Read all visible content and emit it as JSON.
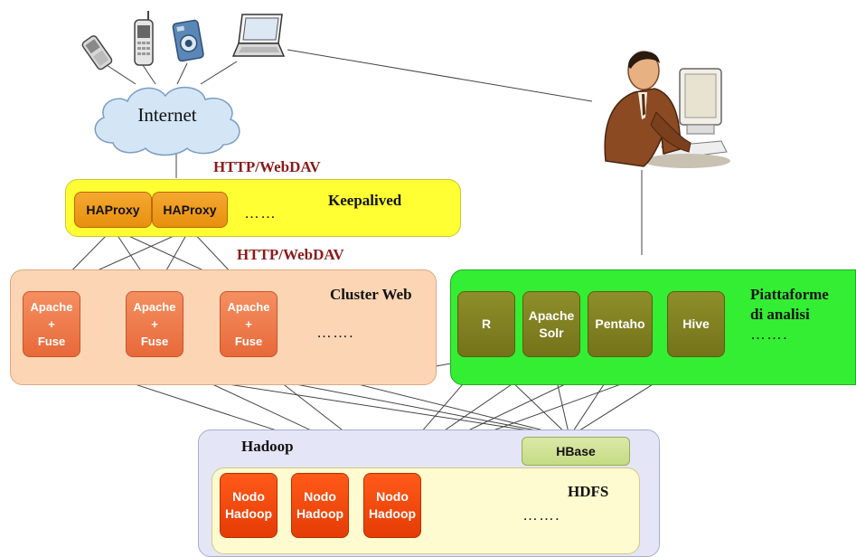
{
  "internet": {
    "label": "Internet"
  },
  "protocols": {
    "top": "HTTP/WebDAV",
    "middle": "HTTP/WebDAV"
  },
  "keepalived": {
    "title": "Keepalived",
    "nodes": [
      "HAProxy",
      "HAProxy"
    ],
    "more": "……"
  },
  "cluster_web": {
    "title": "Cluster Web",
    "nodes": [
      "Apache\n+\nFuse",
      "Apache\n+\nFuse",
      "Apache\n+\nFuse"
    ],
    "more": "……."
  },
  "analytics": {
    "title": "Piattaforme\ndi analisi",
    "nodes": [
      "R",
      "Apache\nSolr",
      "Pentaho",
      "Hive"
    ],
    "more": "……."
  },
  "hadoop": {
    "title": "Hadoop",
    "hbase": "HBase",
    "hdfs_title": "HDFS",
    "nodes": [
      "Nodo\nHadoop",
      "Nodo\nHadoop",
      "Nodo\nHadoop"
    ],
    "more": "……."
  },
  "colors": {
    "keepalived_bg": "#ffff33",
    "cluster_bg": "#fcd5b4",
    "analytics_bg": "#33ee33",
    "hadoop_bg": "#e4e6f7",
    "hdfs_bg": "#fdfbcf",
    "protocol_text": "#8b1a1a"
  },
  "icons": [
    "cell-phone-icon",
    "mobile-phone-icon",
    "camera-icon",
    "laptop-icon",
    "cloud-icon",
    "analyst-at-computer-icon"
  ]
}
